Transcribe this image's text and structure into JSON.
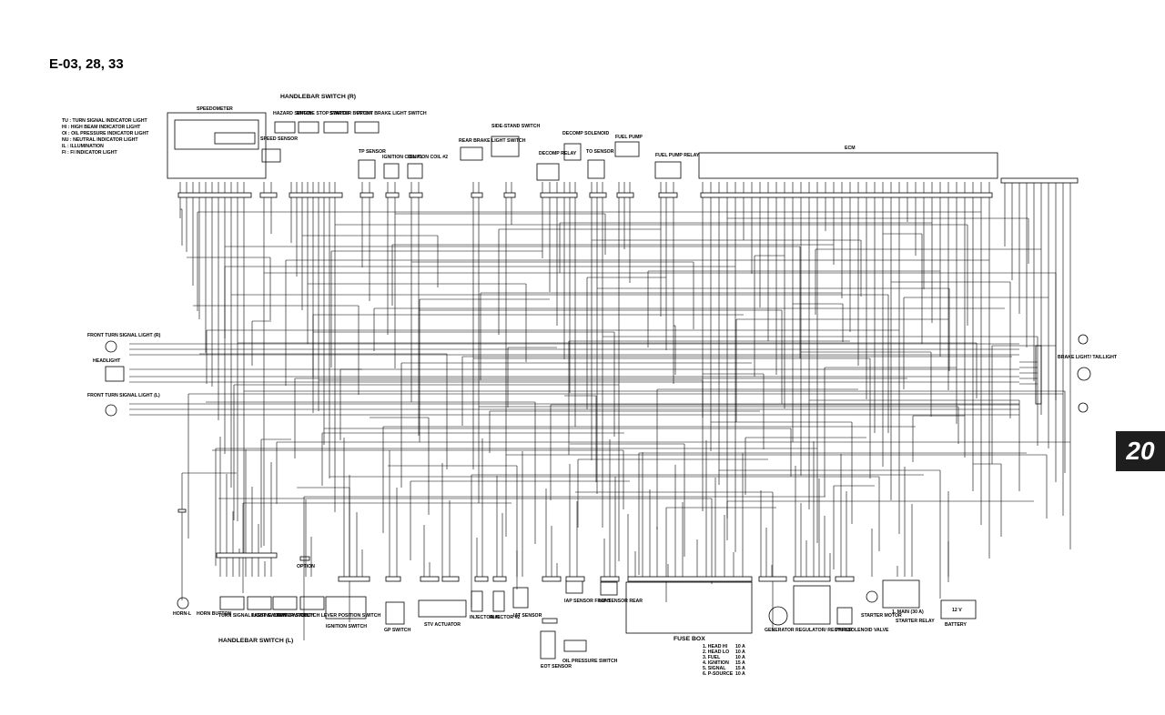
{
  "page_title": "E-03, 28, 33",
  "page_number": "20",
  "legend": [
    "TU : TURN SIGNAL INDICATOR LIGHT",
    "HI : HIGH BEAM INDICATOR LIGHT",
    "OI : OIL PRESSURE INDICATOR LIGHT",
    "NU : NEUTRAL INDICATOR LIGHT",
    "IL : ILLUMINATION",
    "FI : FI INDICATOR LIGHT"
  ],
  "labels": {
    "speedometer": "SPEEDOMETER",
    "handlebar_r": "HANDLEBAR SWITCH (R)",
    "handlebar_l": "HANDLEBAR SWITCH (L)",
    "hazard": "HAZARD SWITCH",
    "engine_stop": "ENGINE STOP SWITCH",
    "starter_button": "STARTER BUTTON",
    "front_brake": "FRONT BRAKE LIGHT SWITCH",
    "speed_sensor": "SPEED SENSOR",
    "tp_sensor": "TP SENSOR",
    "ign_coil1": "IGNITION COIL #1",
    "ign_coil2": "IGNITION COIL #2",
    "rear_brake": "REAR BRAKE LIGHT SWITCH",
    "side_stand": "SIDE-STAND SWITCH",
    "decomp_solenoid": "DECOMP SOLENOID",
    "decomp_relay": "DECOMP RELAY",
    "to_sensor": "TO SENSOR",
    "fuel_pump": "FUEL PUMP",
    "fuel_pump_relay": "FUEL PUMP RELAY",
    "ecm": "ECM",
    "front_turn_r": "FRONT TURN SIGNAL LIGHT (R)",
    "headlight": "HEADLIGHT",
    "front_turn_l": "FRONT TURN SIGNAL LIGHT (L)",
    "brake_light": "BRAKE LIGHT/ TAILLIGHT",
    "horn": "HORN-L",
    "horn_button": "HORN BUTTON",
    "turn_switch": "TURN SIGNAL LIGHT SWITCH",
    "passing": "PASSING LIGHT SWITCH",
    "dimmer": "DIMMER SWITCH",
    "clutch": "CLUTCH LEVER POSITION SWITCH",
    "ignition_switch": "IGNITION SWITCH",
    "option": "OPTION",
    "gp_switch": "GP SWITCH",
    "stv": "STV ACTUATOR",
    "injector1": "INJECTOR #1",
    "injector2": "INJECTOR #2",
    "iat": "IAT SENSOR",
    "eot": "EOT SENSOR",
    "oil_pressure": "OIL PRESSURE SWITCH",
    "iap_front": "IAP SENSOR FRONT",
    "iap_rear": "IAP SENSOR REAR",
    "fuse_box": "FUSE BOX",
    "generator": "GENERATOR",
    "regulator": "REGULATOR/ RECTIFIER",
    "pair": "PAIR SOLENOID VALVE",
    "starter_motor": "STARTER MOTOR",
    "starter_relay": "STARTER RELAY",
    "main_fuse": "1. MAIN (30 A)",
    "battery": "BATTERY",
    "battery_v": "12 V"
  },
  "fuses": [
    {
      "name": "1. HEAD HI",
      "rating": "10 A"
    },
    {
      "name": "2. HEAD LO",
      "rating": "10 A"
    },
    {
      "name": "3. FUEL",
      "rating": "10 A"
    },
    {
      "name": "4. IGNITION",
      "rating": "15 A"
    },
    {
      "name": "5. SIGNAL",
      "rating": "15 A"
    },
    {
      "name": "6. P-SOURCE",
      "rating": "10 A"
    }
  ],
  "colors": {
    "line": "#000000",
    "tab_bg": "#1e1e1e"
  }
}
